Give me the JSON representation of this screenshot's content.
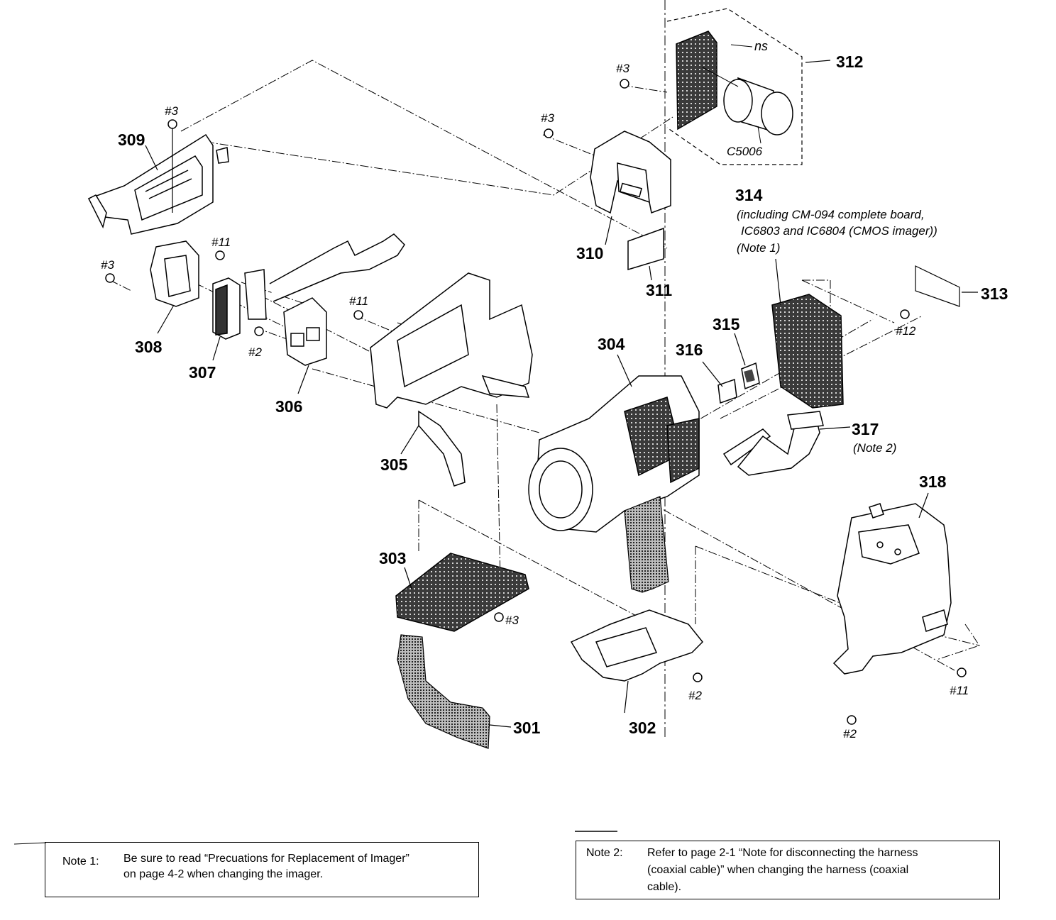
{
  "diagram": {
    "parts": {
      "p301": "301",
      "p302": "302",
      "p303": "303",
      "p304": "304",
      "p305": "305",
      "p306": "306",
      "p307": "307",
      "p308": "308",
      "p309": "309",
      "p310": "310",
      "p311": "311",
      "p312": "312",
      "p313": "313",
      "p314": "314",
      "p315": "315",
      "p316": "316",
      "p317": "317",
      "p318": "318"
    },
    "screws": {
      "s1": "#3",
      "s2": "#3",
      "s3": "#3",
      "s4": "#3",
      "s5": "#3",
      "s6": "#11",
      "s7": "#11",
      "s8": "#11",
      "s9": "#2",
      "s10": "#2",
      "s11": "#2",
      "s12": "#12"
    },
    "labels": {
      "ns": "ns",
      "c5006": "C5006",
      "p314_desc_line1": "(including CM-094 complete board,",
      "p314_desc_line2": "IC6803 and IC6804 (CMOS imager))",
      "p314_note": "(Note 1)",
      "p317_note": "(Note 2)"
    }
  },
  "notes": {
    "note1": {
      "label": "Note 1:",
      "line1": "Be sure to read “Precuations for Replacement of Imager”",
      "line2": "on page 4-2 when changing the imager."
    },
    "note2": {
      "label": "Note 2:",
      "line1": "Refer to page 2-1 “Note for disconnecting the harness",
      "line2": "(coaxial cable)” when changing the harness (coaxial",
      "line3": "cable)."
    }
  }
}
